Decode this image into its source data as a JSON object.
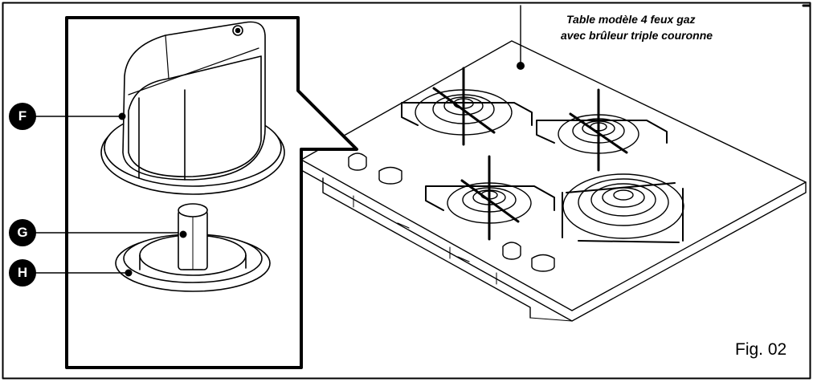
{
  "caption": {
    "line1": "Table modèle 4 feux gaz",
    "line2": "avec brûleur triple couronne"
  },
  "callouts": {
    "f": "F",
    "g": "G",
    "h": "H"
  },
  "figure_label": "Fig. 02",
  "colors": {
    "ink": "#000000",
    "paper": "#ffffff"
  }
}
